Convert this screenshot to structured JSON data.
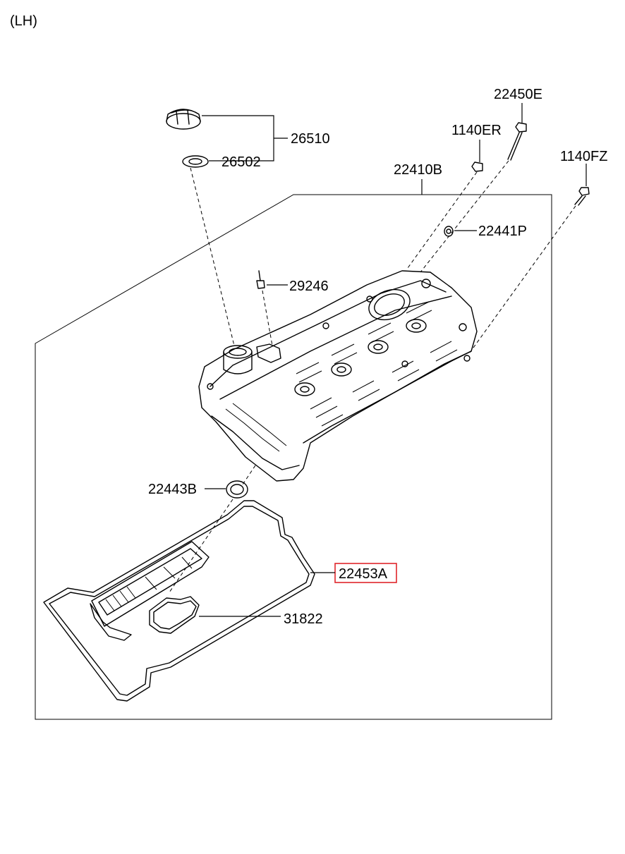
{
  "side_label": "(LH)",
  "highlight_color": "#e0262b",
  "parts": {
    "p26510": "26510",
    "p26502": "26502",
    "p22450E": "22450E",
    "p1140ER": "1140ER",
    "p1140FZ": "1140FZ",
    "p22410B": "22410B",
    "p22441P": "22441P",
    "p29246": "29246",
    "p22443B": "22443B",
    "p22453A": "22453A",
    "p31822": "31822"
  }
}
